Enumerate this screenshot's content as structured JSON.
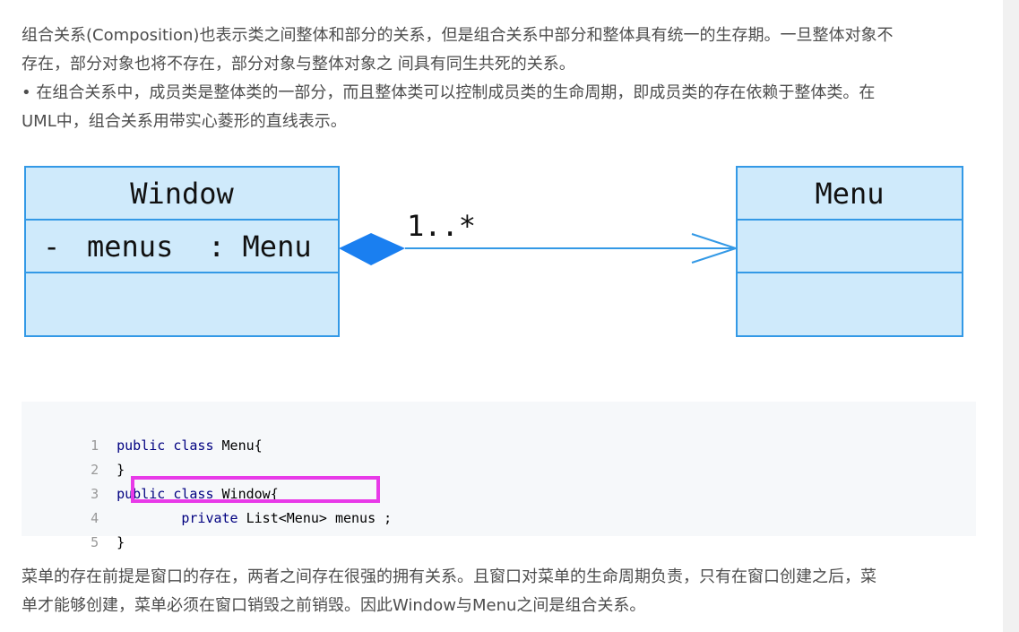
{
  "intro": {
    "lines": [
      "组合关系(Composition)也表示类之间整体和部分的关系，但是组合关系中部分和整体具有统一的生存期。一旦整体对象不",
      "存在，部分对象也将不存在，部分对象与整体对象之 间具有同生共死的关系。",
      "• 在组合关系中，成员类是整体类的一部分，而且整体类可以控制成员类的生命周期，即成员类的存在依赖于整体类。在",
      "UML中，组合关系用带实心菱形的直线表示。"
    ]
  },
  "diagram": {
    "left_class": {
      "name": "Window",
      "attribute_visibility": "-",
      "attribute_name": "menus",
      "attribute_type": ": Menu"
    },
    "right_class": {
      "name": "Menu"
    },
    "multiplicity": "1..*",
    "colors": {
      "box_fill": "#cfeafb",
      "box_stroke": "#3399e6",
      "line": "#3399e6",
      "diamond": "#1a7ff0"
    }
  },
  "code": {
    "lines": [
      {
        "num": "1",
        "pre": "",
        "kw": "public class",
        "rest": " Menu{"
      },
      {
        "num": "2",
        "pre": "",
        "kw": "",
        "rest": "}"
      },
      {
        "num": "3",
        "pre": "",
        "kw": "public class",
        "rest": " Window{"
      },
      {
        "num": "4",
        "pre": "        ",
        "kw": "private",
        "rest": " List<Menu> menus ;"
      },
      {
        "num": "5",
        "pre": "",
        "kw": "",
        "rest": "}"
      }
    ],
    "highlight_color": "#e83ae8"
  },
  "outro": {
    "lines": [
      "菜单的存在前提是窗口的存在，两者之间存在很强的拥有关系。且窗口对菜单的生命周期负责，只有在窗口创建之后，菜",
      "单才能够创建，菜单必须在窗口销毁之前销毁。因此Window与Menu之间是组合关系。"
    ]
  }
}
